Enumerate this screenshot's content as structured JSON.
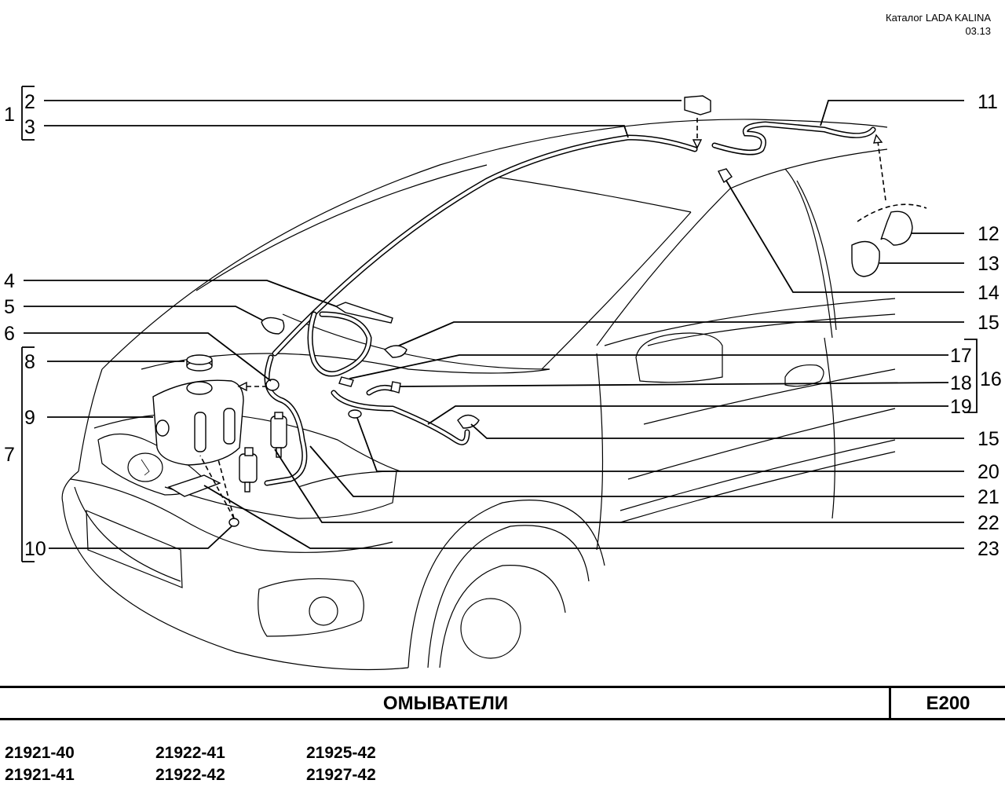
{
  "catalog": {
    "title": "Каталог LADA KALINA",
    "date": "03.13"
  },
  "callouts": [
    "1",
    "2",
    "3",
    "4",
    "5",
    "6",
    "7",
    "8",
    "9",
    "10",
    "11",
    "12",
    "13",
    "14",
    "15",
    "15",
    "16",
    "17",
    "18",
    "19",
    "20",
    "21",
    "22",
    "23"
  ],
  "section": {
    "title": "ОМЫВАТЕЛИ",
    "code": "E200"
  },
  "models": [
    "21921-40",
    "21922-41",
    "21925-42",
    "21921-41",
    "21922-42",
    "21927-42"
  ]
}
